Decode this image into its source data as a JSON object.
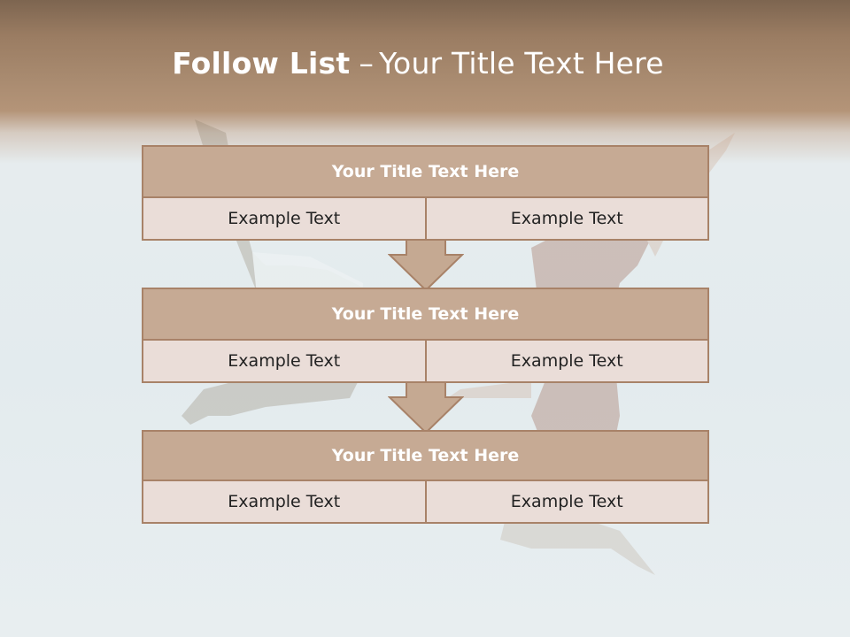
{
  "title": {
    "bold": "Follow List",
    "dash": "–",
    "rest": "Your Title Text Here"
  },
  "blocks": [
    {
      "title": "Your Title Text Here",
      "left": "Example Text",
      "right": "Example Text"
    },
    {
      "title": "Your Title Text Here",
      "left": "Example Text",
      "right": "Example Text"
    },
    {
      "title": "Your Title Text Here",
      "left": "Example Text",
      "right": "Example Text"
    }
  ],
  "colors": {
    "header_fill": "#c6aa94",
    "row_fill": "#eaddd8",
    "border": "#a88268",
    "arrow_fill": "#c5a992"
  }
}
